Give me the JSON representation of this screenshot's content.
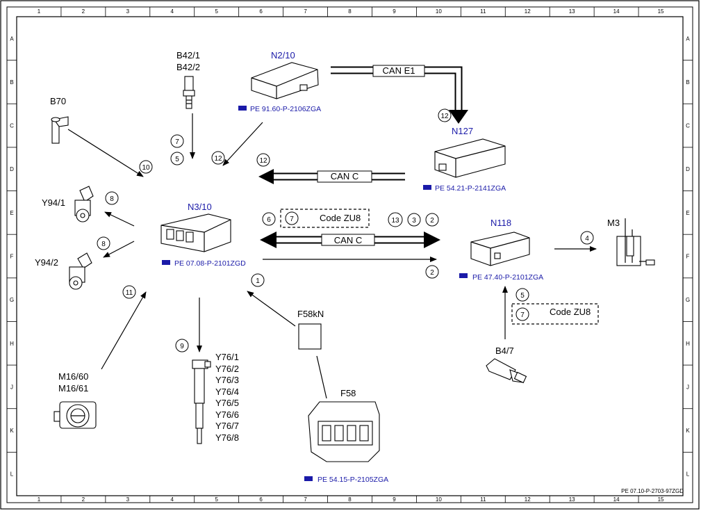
{
  "grid": {
    "cols": [
      "1",
      "2",
      "3",
      "4",
      "5",
      "6",
      "7",
      "8",
      "9",
      "10",
      "11",
      "12",
      "13",
      "14",
      "15"
    ],
    "rows": [
      "A",
      "B",
      "C",
      "D",
      "E",
      "F",
      "G",
      "H",
      "J",
      "K",
      "L"
    ]
  },
  "components": {
    "b42": {
      "label1": "B42/1",
      "label2": "B42/2"
    },
    "n2_10": {
      "label": "N2/10",
      "ref": "PE 91.60-P-2106ZGA"
    },
    "b70": {
      "label": "B70"
    },
    "n127": {
      "label": "N127",
      "ref": "PE 54.21-P-2141ZGA"
    },
    "y94_1": {
      "label": "Y94/1"
    },
    "y94_2": {
      "label": "Y94/2"
    },
    "n3_10": {
      "label": "N3/10",
      "ref": "PE 07.08-P-2101ZGD"
    },
    "n118": {
      "label": "N118",
      "ref": "PE 47.40-P-2101ZGA"
    },
    "m3": {
      "label": "M3"
    },
    "f58kn": {
      "label": "F58kN"
    },
    "b4_7": {
      "label": "B4/7"
    },
    "m16": {
      "label1": "M16/60",
      "label2": "M16/61"
    },
    "y76": {
      "labels": [
        "Y76/1",
        "Y76/2",
        "Y76/3",
        "Y76/4",
        "Y76/5",
        "Y76/6",
        "Y76/7",
        "Y76/8"
      ]
    },
    "f58": {
      "label": "F58",
      "ref": "PE 54.15-P-2105ZGA"
    }
  },
  "buses": {
    "can_e1": "CAN E1",
    "can_c_top": "CAN C",
    "can_c_mid": "CAN C"
  },
  "codes": {
    "zu8_a": "Code ZU8",
    "zu8_b": "Code ZU8"
  },
  "circles": {
    "c12_top": "12",
    "c7_b42": "7",
    "c5_b42": "5",
    "c12_n2": "12",
    "c10": "10",
    "c12_canc": "12",
    "c8_a": "8",
    "c8_b": "8",
    "c6": "6",
    "c7_zu8": "7",
    "c13": "13",
    "c3": "3",
    "c2_a": "2",
    "c2_b": "2",
    "c4": "4",
    "c1": "1",
    "c11": "11",
    "c9": "9",
    "c5_b47": "5",
    "c7_b47": "7"
  },
  "doc_id": "PE 07.10-P-2703-97ZGD"
}
